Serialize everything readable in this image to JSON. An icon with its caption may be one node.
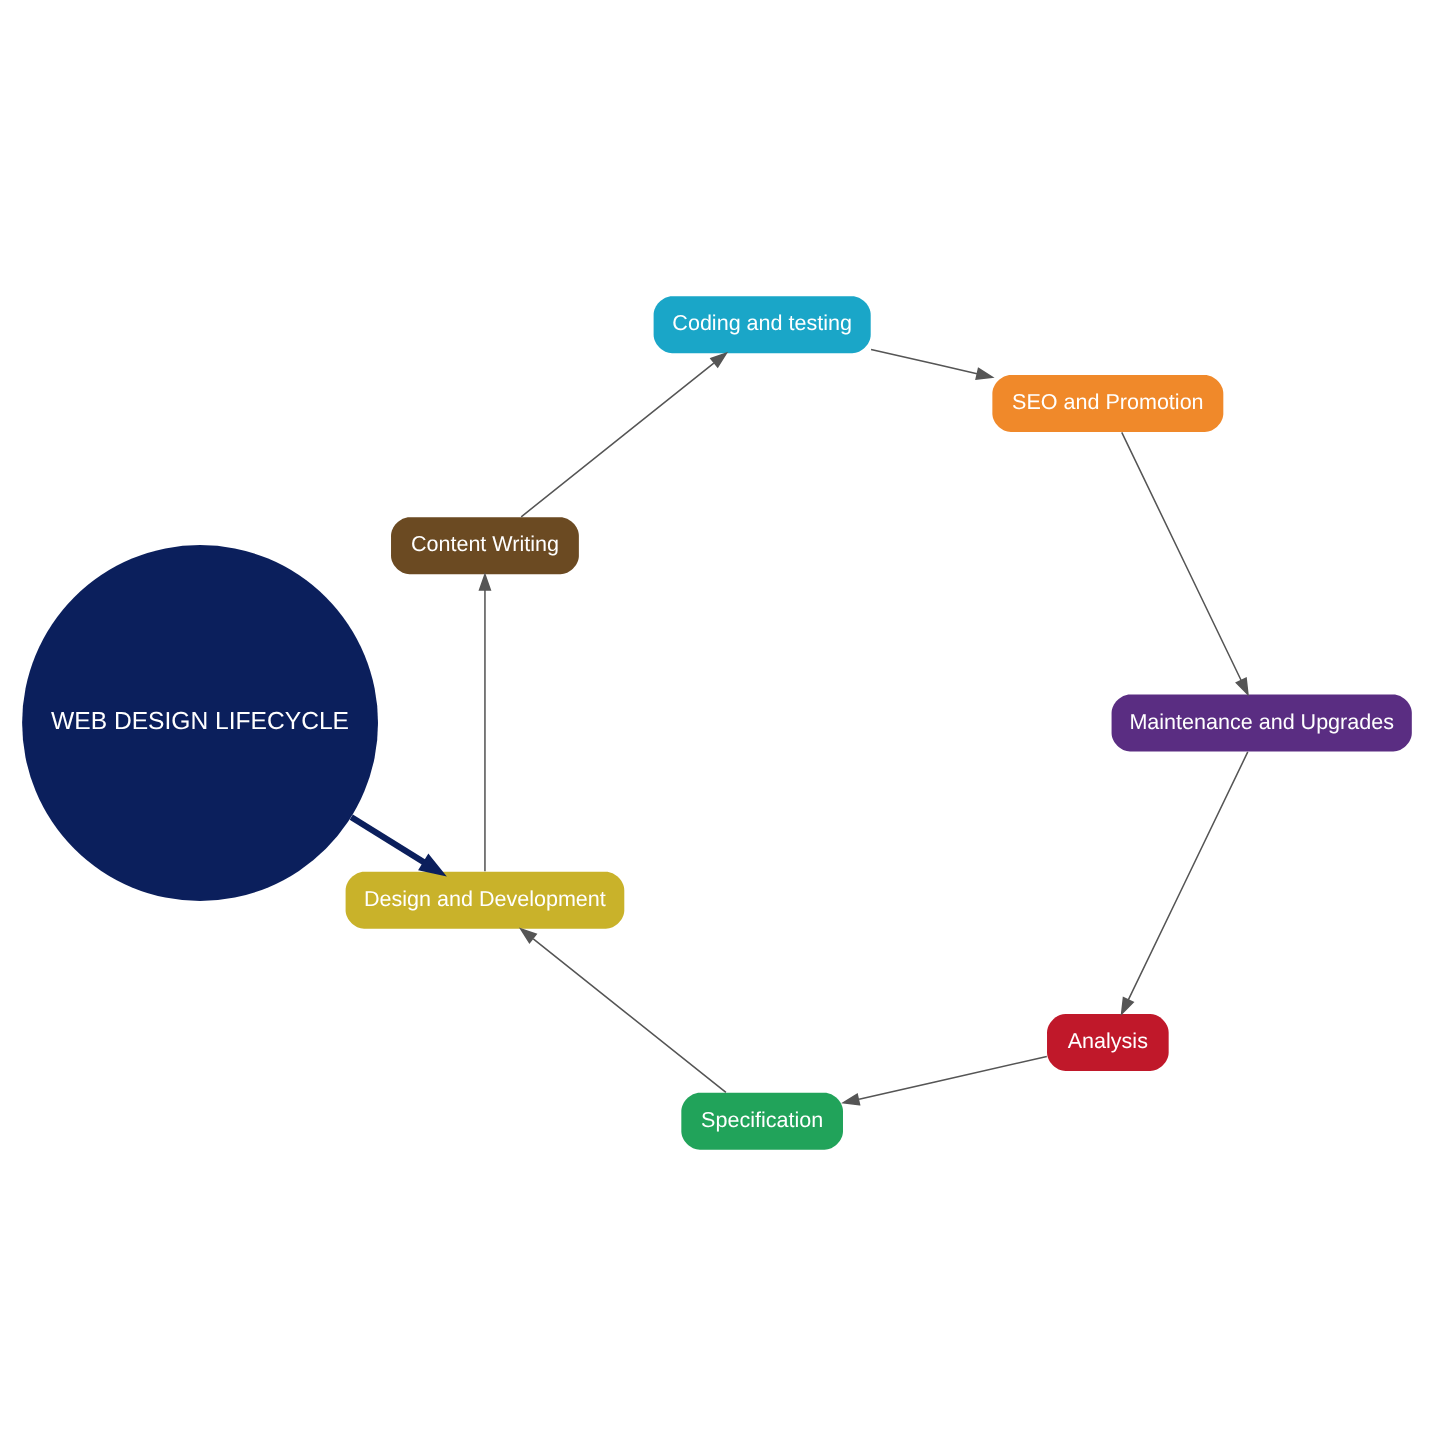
{
  "diagram": {
    "nodes": [
      {
        "text": [
          "WEB DESIGN LIFECYCLE"
        ]
      },
      {
        "text": [
          "Analysis"
        ]
      },
      {
        "text": [
          "Specification"
        ]
      },
      {
        "text": [
          "Design and Development"
        ]
      },
      {
        "text": [
          "Content Writing"
        ]
      },
      {
        "text": [
          "Coding and testing"
        ]
      },
      {
        "text": [
          "SEO and Promotion"
        ]
      },
      {
        "text": [
          "Maintenance and Upgrades"
        ]
      }
    ],
    "edges": [
      {
        "from": 0,
        "to": 3,
        "arrow": "to",
        "style": "thick"
      },
      {
        "from": 1,
        "to": 2,
        "arrow": "to"
      },
      {
        "from": 2,
        "to": 3,
        "arrow": "to"
      },
      {
        "from": 3,
        "to": 4,
        "arrow": "to"
      },
      {
        "from": 4,
        "to": 5,
        "arrow": "to"
      },
      {
        "from": 5,
        "to": 6,
        "arrow": "to"
      },
      {
        "from": 6,
        "to": 7,
        "arrow": "to"
      },
      {
        "from": 7,
        "to": 1,
        "arrow": "to"
      }
    ]
  }
}
